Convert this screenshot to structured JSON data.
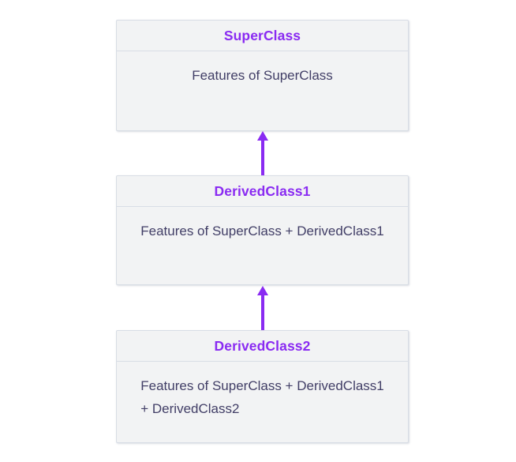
{
  "diagram": {
    "type": "class-inheritance-multilevel",
    "nodes": [
      {
        "title": "SuperClass",
        "body": "Features of SuperClass"
      },
      {
        "title": "DerivedClass1",
        "body": "Features of SuperClass + DerivedClass1"
      },
      {
        "title": "DerivedClass2",
        "body": "Features of SuperClass + DerivedClass1\n+ DerivedClass2"
      }
    ],
    "arrows": [
      {
        "from": "DerivedClass1",
        "to": "SuperClass",
        "direction": "up"
      },
      {
        "from": "DerivedClass2",
        "to": "DerivedClass1",
        "direction": "up"
      }
    ],
    "colors": {
      "accent": "#8a2bf2",
      "node_title_text": "#8a2bf2",
      "node_body_text": "#413e66",
      "node_fill": "#f2f3f4",
      "node_border": "#d8dde5",
      "arrow": "#8a2bf2",
      "background": "#ffffff"
    }
  }
}
